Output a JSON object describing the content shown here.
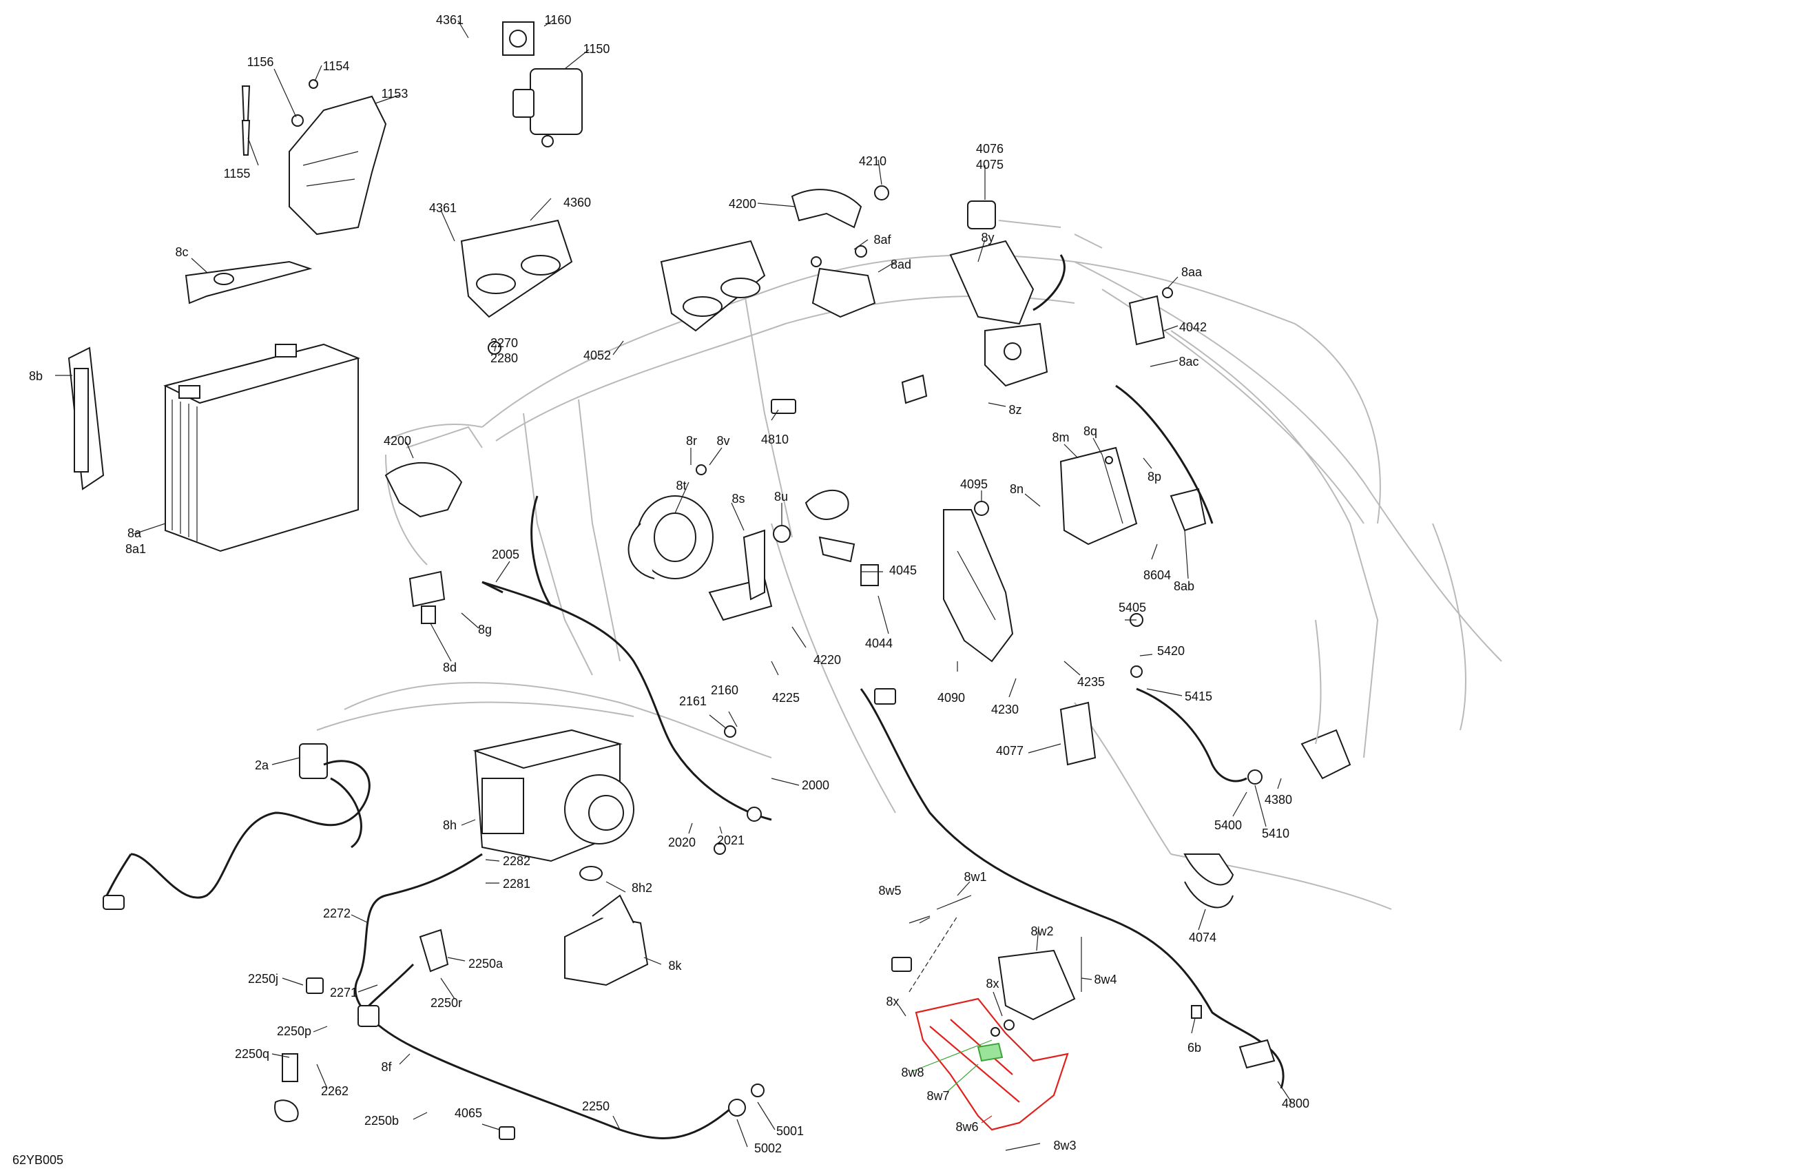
{
  "figure_code": "62YB005",
  "callouts": [
    {
      "id": "c1",
      "text": "4361"
    },
    {
      "id": "c2",
      "text": "1160"
    },
    {
      "id": "c3",
      "text": "1150"
    },
    {
      "id": "c4",
      "text": "1156"
    },
    {
      "id": "c5",
      "text": "1154"
    },
    {
      "id": "c6",
      "text": "1153"
    },
    {
      "id": "c7",
      "text": "1155"
    },
    {
      "id": "c8",
      "text": "4210"
    },
    {
      "id": "c9",
      "text": "4200"
    },
    {
      "id": "c10",
      "text": "4076"
    },
    {
      "id": "c11",
      "text": "4075"
    },
    {
      "id": "c12",
      "text": "4361"
    },
    {
      "id": "c13",
      "text": "4360"
    },
    {
      "id": "c14",
      "text": "8c"
    },
    {
      "id": "c15",
      "text": "8af"
    },
    {
      "id": "c16",
      "text": "8ad"
    },
    {
      "id": "c17",
      "text": "8y"
    },
    {
      "id": "c18",
      "text": "8aa"
    },
    {
      "id": "c19",
      "text": "4042"
    },
    {
      "id": "c20",
      "text": "2270"
    },
    {
      "id": "c21",
      "text": "2280"
    },
    {
      "id": "c22",
      "text": "4052"
    },
    {
      "id": "c23",
      "text": "8ac"
    },
    {
      "id": "c24",
      "text": "8b"
    },
    {
      "id": "c25",
      "text": "8z"
    },
    {
      "id": "c26",
      "text": "4810"
    },
    {
      "id": "c27",
      "text": "4200"
    },
    {
      "id": "c28",
      "text": "8r"
    },
    {
      "id": "c29",
      "text": "8v"
    },
    {
      "id": "c30",
      "text": "8m"
    },
    {
      "id": "c31",
      "text": "8q"
    },
    {
      "id": "c32",
      "text": "8p"
    },
    {
      "id": "c33",
      "text": "8t"
    },
    {
      "id": "c34",
      "text": "8s"
    },
    {
      "id": "c35",
      "text": "8u"
    },
    {
      "id": "c36",
      "text": "4095"
    },
    {
      "id": "c37",
      "text": "8n"
    },
    {
      "id": "c38",
      "text": "8a"
    },
    {
      "id": "c39",
      "text": "8a1"
    },
    {
      "id": "c40",
      "text": "2005"
    },
    {
      "id": "c41",
      "text": "4045"
    },
    {
      "id": "c42",
      "text": "8604"
    },
    {
      "id": "c43",
      "text": "8ab"
    },
    {
      "id": "c44",
      "text": "8g"
    },
    {
      "id": "c45",
      "text": "4044"
    },
    {
      "id": "c46",
      "text": "8d"
    },
    {
      "id": "c47",
      "text": "4220"
    },
    {
      "id": "c48",
      "text": "5405"
    },
    {
      "id": "c49",
      "text": "5420"
    },
    {
      "id": "c50",
      "text": "4235"
    },
    {
      "id": "c51",
      "text": "4225"
    },
    {
      "id": "c52",
      "text": "4090"
    },
    {
      "id": "c53",
      "text": "5415"
    },
    {
      "id": "c54",
      "text": "4230"
    },
    {
      "id": "c55",
      "text": "2161"
    },
    {
      "id": "c56",
      "text": "2160"
    },
    {
      "id": "c57",
      "text": "4077"
    },
    {
      "id": "c58",
      "text": "2a"
    },
    {
      "id": "c59",
      "text": "2000"
    },
    {
      "id": "c60",
      "text": "4380"
    },
    {
      "id": "c61",
      "text": "8h"
    },
    {
      "id": "c62",
      "text": "5400"
    },
    {
      "id": "c63",
      "text": "5410"
    },
    {
      "id": "c64",
      "text": "2020"
    },
    {
      "id": "c65",
      "text": "2021"
    },
    {
      "id": "c66",
      "text": "2282"
    },
    {
      "id": "c67",
      "text": "2281"
    },
    {
      "id": "c68",
      "text": "8h2"
    },
    {
      "id": "c69",
      "text": "8w1"
    },
    {
      "id": "c70",
      "text": "8w5"
    },
    {
      "id": "c71",
      "text": "4074"
    },
    {
      "id": "c72",
      "text": "2272"
    },
    {
      "id": "c73",
      "text": "8k"
    },
    {
      "id": "c74",
      "text": "2250a"
    },
    {
      "id": "c75",
      "text": "8w2"
    },
    {
      "id": "c76",
      "text": "2250j"
    },
    {
      "id": "c77",
      "text": "2271"
    },
    {
      "id": "c78",
      "text": "8w4"
    },
    {
      "id": "c79",
      "text": "2250r"
    },
    {
      "id": "c80",
      "text": "8x"
    },
    {
      "id": "c81",
      "text": "8x"
    },
    {
      "id": "c82",
      "text": "2250p"
    },
    {
      "id": "c83",
      "text": "6b"
    },
    {
      "id": "c84",
      "text": "2250q"
    },
    {
      "id": "c85",
      "text": "8w8"
    },
    {
      "id": "c86",
      "text": "8f"
    },
    {
      "id": "c87",
      "text": "2262"
    },
    {
      "id": "c88",
      "text": "8w7"
    },
    {
      "id": "c89",
      "text": "4800"
    },
    {
      "id": "c90",
      "text": "2250"
    },
    {
      "id": "c91",
      "text": "2250b"
    },
    {
      "id": "c92",
      "text": "4065"
    },
    {
      "id": "c93",
      "text": "8w6"
    },
    {
      "id": "c94",
      "text": "5001"
    },
    {
      "id": "c95",
      "text": "8w3"
    },
    {
      "id": "c96",
      "text": "5002"
    }
  ],
  "colors": {
    "line": "#1a1a1a",
    "frame": "#b9b9b9",
    "highlight_red": "#e0201c",
    "highlight_green": "#3aa63a"
  }
}
